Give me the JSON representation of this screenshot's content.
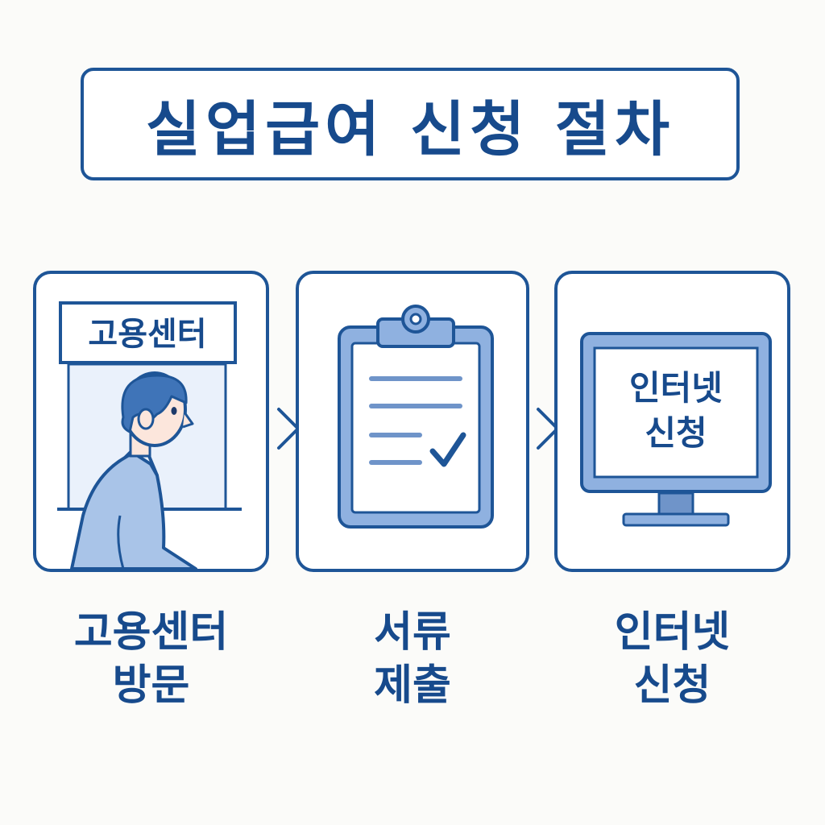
{
  "title": "실업급여 신청 절차",
  "steps": [
    {
      "sign_label": "고용센터",
      "caption_line1": "고용센터",
      "caption_line2": "방문",
      "icon": "person-at-counter-icon"
    },
    {
      "caption_line1": "서류",
      "caption_line2": "제출",
      "icon": "clipboard-checklist-icon"
    },
    {
      "screen_line1": "인터넷",
      "screen_line2": "신청",
      "caption_line1": "인터넷",
      "caption_line2": "신청",
      "icon": "computer-monitor-icon"
    }
  ],
  "colors": {
    "primary": "#1e5597",
    "text": "#174a8c",
    "light_fill": "#a9c4e8",
    "pale_fill": "#eaf1fb"
  }
}
